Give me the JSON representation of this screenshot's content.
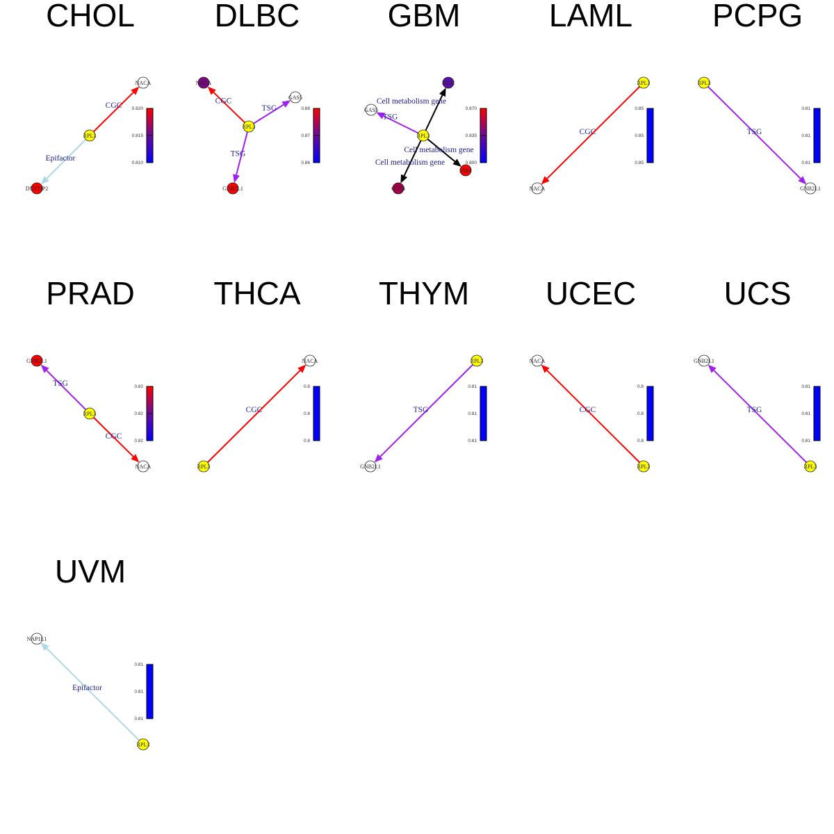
{
  "colors": {
    "CGC": "#ff0000",
    "TSG": "#a020f0",
    "Epifactor": "#add8e6",
    "Cell metabolism gene": "#000000",
    "edge_label": "#1a1a9a"
  },
  "panels": [
    {
      "title": "CHOL",
      "colorbar": {
        "gradient": true,
        "ticks": [
          "0.820",
          "0.815",
          "0.810"
        ]
      },
      "nodes": [
        {
          "id": "NACA",
          "fill": "#ffffff"
        },
        {
          "id": "RPL3",
          "fill": "#ffff00"
        },
        {
          "id": "DNTTIP2",
          "fill": "#ff0000"
        }
      ],
      "edges": [
        {
          "from": "RPL3",
          "to": "NACA",
          "label": "CGC"
        },
        {
          "from": "RPL3",
          "to": "DNTTIP2",
          "label": "Epifactor"
        }
      ]
    },
    {
      "title": "DLBC",
      "colorbar": {
        "gradient": true,
        "ticks": [
          "0.88",
          "0.87",
          "0.86"
        ]
      },
      "nodes": [
        {
          "id": "NACA",
          "fill": "#7a0a80"
        },
        {
          "id": "RPL3",
          "fill": "#ffff00"
        },
        {
          "id": "GAS5",
          "fill": "#ffffff"
        },
        {
          "id": "GNB2L1",
          "fill": "#ff0000"
        }
      ],
      "edges": [
        {
          "from": "RPL3",
          "to": "NACA",
          "label": "CGC"
        },
        {
          "from": "RPL3",
          "to": "GAS5",
          "label": "TSG"
        },
        {
          "from": "RPL3",
          "to": "GNB2L1",
          "label": "TSG"
        }
      ]
    },
    {
      "title": "GBM",
      "colorbar": {
        "gradient": true,
        "ticks": [
          "0.870",
          "0.835",
          "0.800"
        ]
      },
      "nodes": [
        {
          "id": "PIGC",
          "fill": "#5a10a8"
        },
        {
          "id": "GAS5",
          "fill": "#ffffff"
        },
        {
          "id": "RPL3",
          "fill": "#ffff00"
        },
        {
          "id": "SSR1",
          "fill": "#ff0000"
        },
        {
          "id": "CCT4",
          "fill": "#a0004a"
        }
      ],
      "edges": [
        {
          "from": "RPL3",
          "to": "PIGC",
          "label": "Cell metabolism gene"
        },
        {
          "from": "RPL3",
          "to": "GAS5",
          "label": "TSG"
        },
        {
          "from": "RPL3",
          "to": "SSR1",
          "label": "Cell metabolism gene"
        },
        {
          "from": "RPL3",
          "to": "CCT4",
          "label": "Cell metabolism gene"
        }
      ]
    },
    {
      "title": "LAML",
      "colorbar": {
        "gradient": false,
        "ticks": [
          "0.85",
          "0.85",
          "0.85"
        ]
      },
      "nodes": [
        {
          "id": "RPL3",
          "fill": "#ffff00"
        },
        {
          "id": "NACA",
          "fill": "#ffffff"
        }
      ],
      "edges": [
        {
          "from": "RPL3",
          "to": "NACA",
          "label": "CGC"
        }
      ]
    },
    {
      "title": "PCPG",
      "colorbar": {
        "gradient": false,
        "ticks": [
          "0.81",
          "0.81",
          "0.81"
        ]
      },
      "nodes": [
        {
          "id": "RPL3",
          "fill": "#ffff00"
        },
        {
          "id": "GNB2L1",
          "fill": "#ffffff"
        }
      ],
      "edges": [
        {
          "from": "RPL3",
          "to": "GNB2L1",
          "label": "TSG"
        }
      ]
    },
    {
      "title": "PRAD",
      "colorbar": {
        "gradient": true,
        "ticks": [
          "0.82",
          "0.82",
          "0.82"
        ]
      },
      "nodes": [
        {
          "id": "GNB2L1",
          "fill": "#ff0000"
        },
        {
          "id": "RPL3",
          "fill": "#ffff00"
        },
        {
          "id": "NACA",
          "fill": "#ffffff"
        }
      ],
      "edges": [
        {
          "from": "RPL3",
          "to": "GNB2L1",
          "label": "TSG"
        },
        {
          "from": "RPL3",
          "to": "NACA",
          "label": "CGC"
        }
      ]
    },
    {
      "title": "THCA",
      "colorbar": {
        "gradient": false,
        "ticks": [
          "0.8",
          "0.8",
          "0.8"
        ]
      },
      "nodes": [
        {
          "id": "NACA",
          "fill": "#ffffff"
        },
        {
          "id": "RPL3",
          "fill": "#ffff00"
        }
      ],
      "edges": [
        {
          "from": "RPL3",
          "to": "NACA",
          "label": "CGC"
        }
      ]
    },
    {
      "title": "THYM",
      "colorbar": {
        "gradient": false,
        "ticks": [
          "0.81",
          "0.81",
          "0.81"
        ]
      },
      "nodes": [
        {
          "id": "RPL3",
          "fill": "#ffff00"
        },
        {
          "id": "GNB2L1",
          "fill": "#ffffff"
        }
      ],
      "edges": [
        {
          "from": "RPL3",
          "to": "GNB2L1",
          "label": "TSG"
        }
      ]
    },
    {
      "title": "UCEC",
      "colorbar": {
        "gradient": false,
        "ticks": [
          "0.8",
          "0.8",
          "0.8"
        ]
      },
      "nodes": [
        {
          "id": "NACA",
          "fill": "#ffffff"
        },
        {
          "id": "RPL3",
          "fill": "#ffff00"
        }
      ],
      "edges": [
        {
          "from": "RPL3",
          "to": "NACA",
          "label": "CGC"
        }
      ]
    },
    {
      "title": "UCS",
      "colorbar": {
        "gradient": false,
        "ticks": [
          "0.81",
          "0.81",
          "0.81"
        ]
      },
      "nodes": [
        {
          "id": "GNB2L1",
          "fill": "#ffffff"
        },
        {
          "id": "RPL3",
          "fill": "#ffff00"
        }
      ],
      "edges": [
        {
          "from": "RPL3",
          "to": "GNB2L1",
          "label": "TSG"
        }
      ]
    },
    {
      "title": "UVM",
      "colorbar": {
        "gradient": false,
        "ticks": [
          "0.81",
          "0.81",
          "0.81"
        ]
      },
      "nodes": [
        {
          "id": "NAP1L1",
          "fill": "#ffffff"
        },
        {
          "id": "RPL3",
          "fill": "#ffff00"
        }
      ],
      "edges": [
        {
          "from": "RPL3",
          "to": "NAP1L1",
          "label": "Epifactor"
        }
      ]
    }
  ]
}
